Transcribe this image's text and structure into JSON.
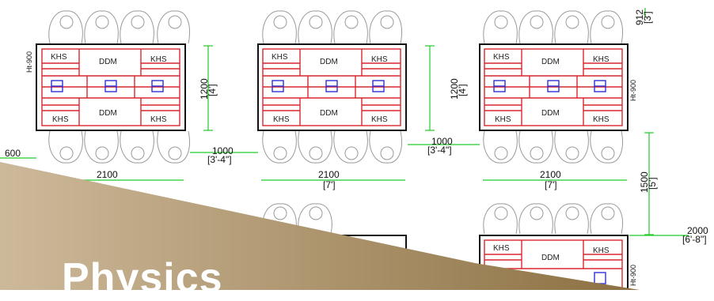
{
  "labels": {
    "kitchen": "KHS",
    "middle": "DDM",
    "height": "Ht-900",
    "height_alt": "Ht-900"
  },
  "dims": {
    "d1200": "1200",
    "d1200_ft": "[4']",
    "d1000": "1000",
    "d1000_ft": "[3'-4\"]",
    "d2100": "2100",
    "d2100_ft": "[7']",
    "d600": "600",
    "d1500": "1500",
    "d1500_ft": "[5']",
    "d2000": "2000",
    "d2000_ft": "[6'-8\"]",
    "d912": "912",
    "d912_ft": "[3']"
  },
  "overlay": {
    "title": "Physics"
  },
  "colors": {
    "desk": "#d8262e",
    "monitor": "#2f2fd8",
    "dimension": "#22c928",
    "outline": "#111111",
    "figure": "#9a9a9a",
    "banner_light": "#cdb99a",
    "banner_dark": "#8c7042"
  }
}
